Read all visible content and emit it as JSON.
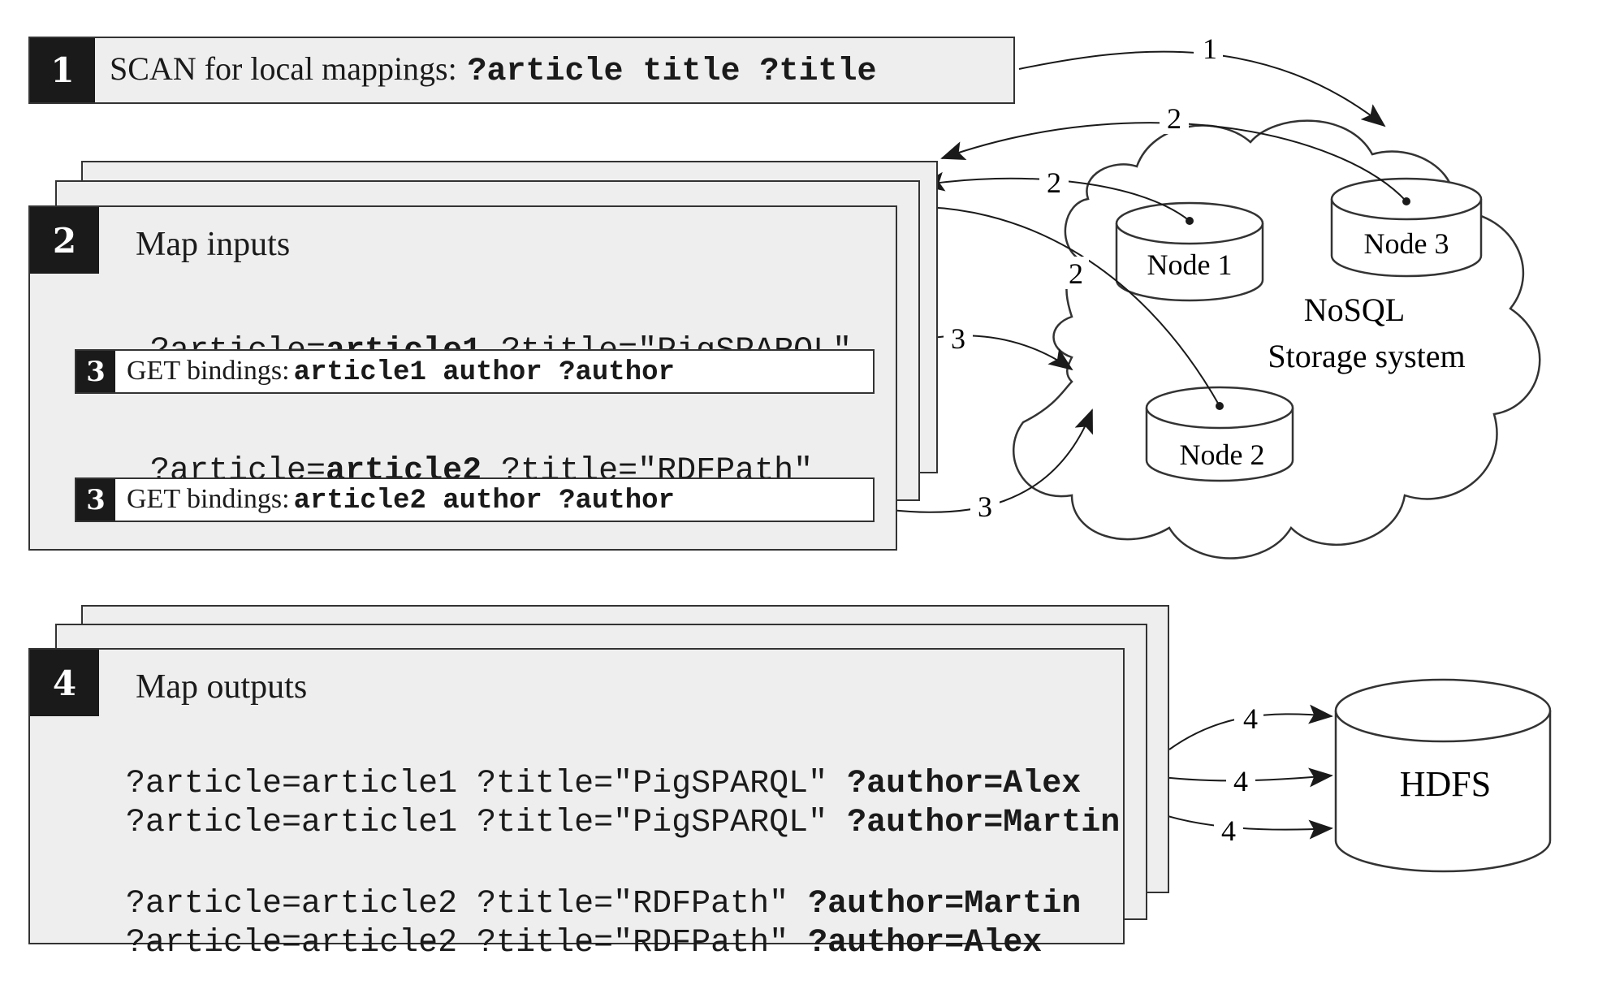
{
  "step1": {
    "badge": "1",
    "label": "SCAN for local mappings:",
    "pattern": "?article title ?title"
  },
  "step2": {
    "badge": "2",
    "title": "Map inputs",
    "binding1": {
      "prefix": "?article=",
      "value": "article1",
      "suffix": " ?title=\"PigSPARQL\""
    },
    "get1": {
      "badge": "3",
      "label": "GET bindings:",
      "pattern": "article1 author ?author"
    },
    "binding2": {
      "prefix": "?article=",
      "value": "article2",
      "suffix": " ?title=\"RDFPath\""
    },
    "get2": {
      "badge": "3",
      "label": "GET bindings:",
      "pattern": "article2 author ?author"
    }
  },
  "step4": {
    "badge": "4",
    "title": "Map outputs",
    "rows": [
      {
        "plain": "?article=article1 ?title=\"PigSPARQL\" ",
        "bold": "?author=Alex"
      },
      {
        "plain": "?article=article1 ?title=\"PigSPARQL\" ",
        "bold": "?author=Martin"
      },
      {
        "plain": "?article=article2 ?title=\"RDFPath\" ",
        "bold": "?author=Martin"
      },
      {
        "plain": "?article=article2 ?title=\"RDFPath\" ",
        "bold": "?author=Alex"
      }
    ]
  },
  "cloud": {
    "label_line1": "NoSQL",
    "label_line2": "Storage system",
    "nodes": [
      "Node 1",
      "Node 3",
      "Node 2"
    ]
  },
  "hdfs": {
    "label": "HDFS"
  },
  "arrow_labels": [
    "1",
    "2",
    "2",
    "2",
    "3",
    "3",
    "4",
    "4",
    "4"
  ],
  "colors": {
    "badge": "#1a1a1a",
    "panel": "#eeeeee",
    "stroke": "#333333"
  }
}
